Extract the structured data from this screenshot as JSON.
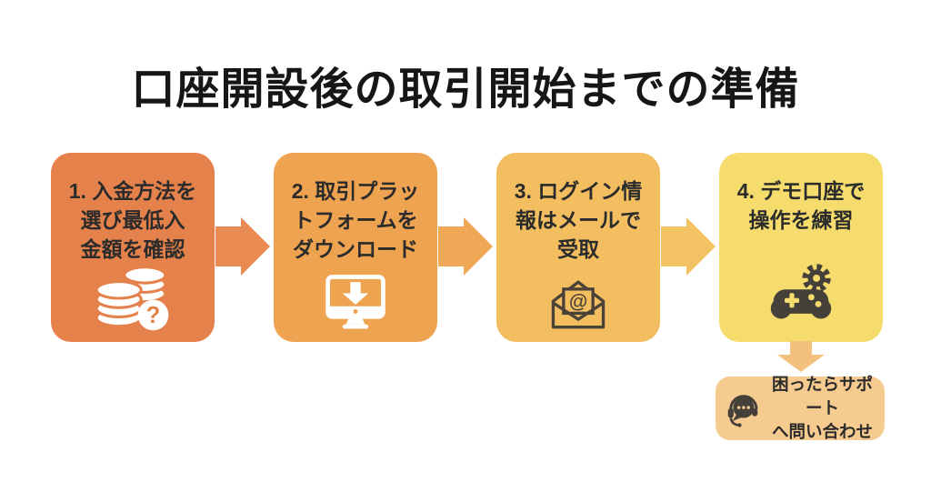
{
  "title": "口座開設後の取引開始までの準備",
  "steps": [
    {
      "label": "1. 入金方法を\n選び最低入\n金額を確認",
      "icon": "coins-question-icon",
      "bg": "#E5824C",
      "arrow_color": "#E98A52"
    },
    {
      "label": "2. 取引プラッ\nトフォームを\nダウンロード",
      "icon": "monitor-download-icon",
      "bg": "#EEA351",
      "arrow_color": "#F1A856"
    },
    {
      "label": "3. ログイン情\n報はメールで\n受取",
      "icon": "email-at-icon",
      "bg": "#F2BE60",
      "arrow_color": "#F3C262"
    },
    {
      "label": "4. デモ口座で\n操作を練習",
      "icon": "gamepad-gear-icon",
      "bg": "#F5DC6D"
    }
  ],
  "support": {
    "label": "困ったらサポート\nへ問い合わせ",
    "icon": "headset-chat-icon",
    "bg": "#F6CB90",
    "arrow_color": "#F2C17C"
  },
  "icon_glyphs": {
    "question": "?",
    "at": "@"
  },
  "colors": {
    "background": "#FFFFFF",
    "body_text": "#2B2B2B",
    "title_text": "#161616",
    "icon_dark": "#45403A"
  }
}
